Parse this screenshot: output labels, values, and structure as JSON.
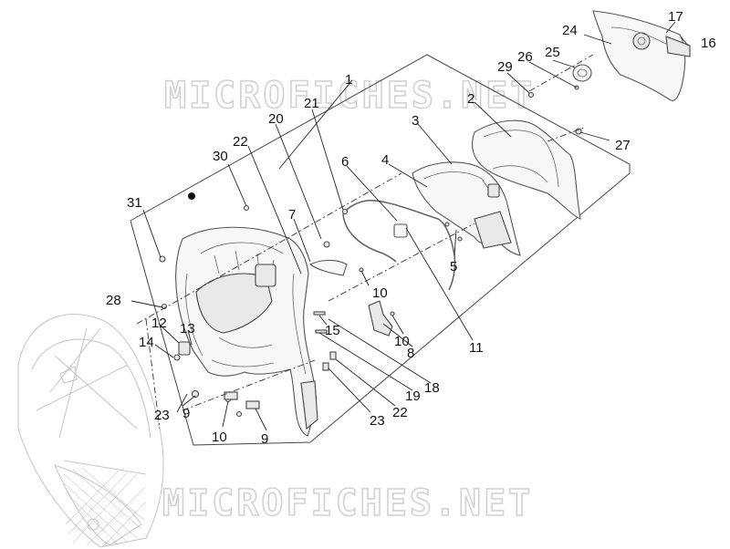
{
  "watermark": {
    "text": "MICROFICHES.NET"
  },
  "callouts": [
    {
      "id": "c1",
      "text": "1"
    },
    {
      "id": "c2",
      "text": "2"
    },
    {
      "id": "c3",
      "text": "3"
    },
    {
      "id": "c4",
      "text": "4"
    },
    {
      "id": "c5",
      "text": "5"
    },
    {
      "id": "c6",
      "text": "6"
    },
    {
      "id": "c7",
      "text": "7"
    },
    {
      "id": "c8",
      "text": "8"
    },
    {
      "id": "c9a",
      "text": "9"
    },
    {
      "id": "c9b",
      "text": "9"
    },
    {
      "id": "c10a",
      "text": "10"
    },
    {
      "id": "c10b",
      "text": "10"
    },
    {
      "id": "c10c",
      "text": "10"
    },
    {
      "id": "c11",
      "text": "11"
    },
    {
      "id": "c12",
      "text": "12"
    },
    {
      "id": "c13",
      "text": "13"
    },
    {
      "id": "c14",
      "text": "14"
    },
    {
      "id": "c15",
      "text": "15"
    },
    {
      "id": "c16",
      "text": "16"
    },
    {
      "id": "c17",
      "text": "17"
    },
    {
      "id": "c18",
      "text": "18"
    },
    {
      "id": "c19",
      "text": "19"
    },
    {
      "id": "c20",
      "text": "20"
    },
    {
      "id": "c21",
      "text": "21"
    },
    {
      "id": "c22a",
      "text": "22"
    },
    {
      "id": "c22b",
      "text": "22"
    },
    {
      "id": "c23a",
      "text": "23"
    },
    {
      "id": "c23b",
      "text": "23"
    },
    {
      "id": "c24",
      "text": "24"
    },
    {
      "id": "c25",
      "text": "25"
    },
    {
      "id": "c26",
      "text": "26"
    },
    {
      "id": "c27",
      "text": "27"
    },
    {
      "id": "c28",
      "text": "28"
    },
    {
      "id": "c29",
      "text": "29"
    },
    {
      "id": "c30",
      "text": "30"
    },
    {
      "id": "c31",
      "text": "31"
    }
  ]
}
